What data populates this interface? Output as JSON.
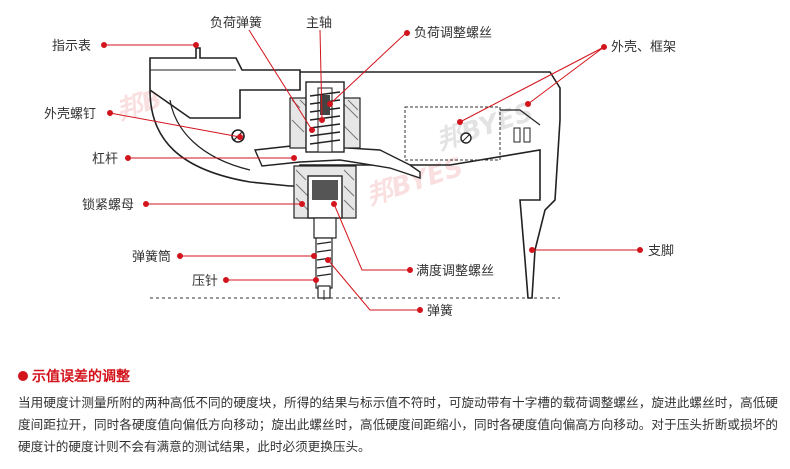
{
  "watermark": [
    "邦BYES",
    "邦BYES",
    "邦BYES"
  ],
  "labels": {
    "load_spring": "负荷弹簧",
    "main_shaft": "主轴",
    "load_adjust_screw": "负荷调整螺丝",
    "indicator": "指示表",
    "housing_frame": "外壳、框架",
    "housing_screw": "外壳螺钉",
    "lever": "杠杆",
    "lock_nut": "锁紧螺母",
    "spring_tube": "弹簧筒",
    "indenter": "压针",
    "full_scale_screw": "满度调整螺丝",
    "spring": "弹簧",
    "foot": "支脚"
  },
  "note": {
    "title": "示值误差的调整",
    "body": "当用硬度计测量所附的两种高低不同的硬度块，所得的结果与标示值不符时，可旋动带有十字槽的载荷调整螺丝，旋进此螺丝时，高低硬度间距拉开，同时各硬度值向偏低方向移动；旋出此螺丝时，高低硬度间距缩小，同时各硬度值向偏高方向移动。对于压头折断或损坏的硬度计的硬度计则不会有满意的测试结果，此时必须更换压头。"
  }
}
